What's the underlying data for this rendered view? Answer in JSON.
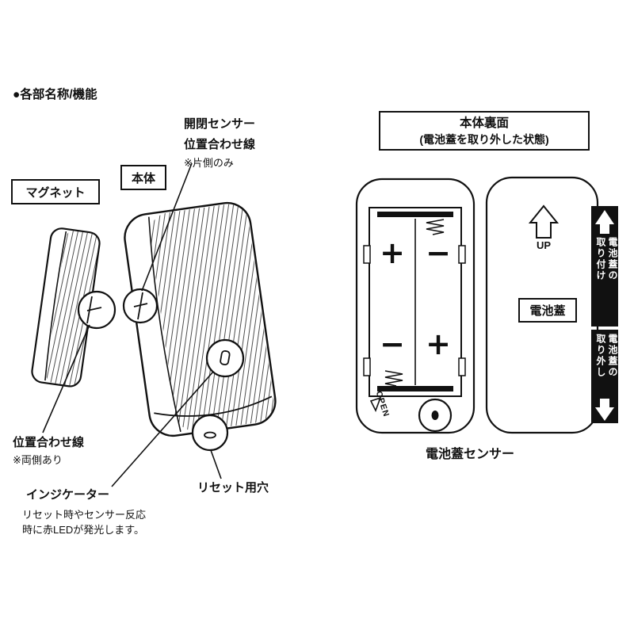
{
  "heading": "●各部名称/機能",
  "left_diagram": {
    "sensor_label": {
      "line1": "開閉センサー",
      "line2": "位置合わせ線",
      "note": "※片側のみ"
    },
    "main_unit_box": "本体",
    "magnet_box": "マグネット",
    "align_label": {
      "line1": "位置合わせ線",
      "note": "※両側あり"
    },
    "indicator": {
      "title": "インジケーター",
      "desc1": "リセット時やセンサー反応",
      "desc2": "時に赤LEDが発光します。"
    },
    "reset_label": "リセット用穴"
  },
  "right_diagram": {
    "title_line1": "本体裏面",
    "title_line2": "(電池蓋を取り外した状態)",
    "up_label": "UP",
    "battery_cover_box": "電池蓋",
    "open_label": "OPEN",
    "battery": {
      "top_left": "+",
      "top_right": "−",
      "bottom_left": "−",
      "bottom_right": "+"
    },
    "attach_bar": {
      "col1": "電池蓋の",
      "col2": "取り付け"
    },
    "detach_bar": {
      "col1": "電池蓋の",
      "col2": "取り外し"
    },
    "cover_sensor_label": "電池蓋センサー"
  },
  "icons": {
    "up_arrow": "▲",
    "down_arrow": "▼",
    "up_outline_arrow": "⇧"
  },
  "colors": {
    "ink": "#111111",
    "bar_bg": "#111111",
    "bar_text": "#ffffff",
    "background": "#ffffff"
  }
}
